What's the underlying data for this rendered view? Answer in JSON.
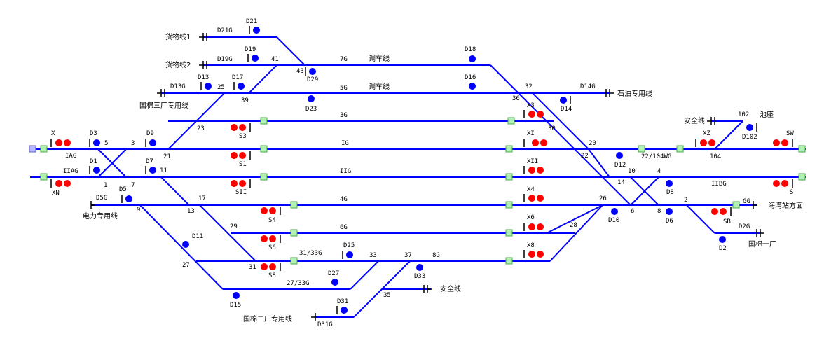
{
  "colors": {
    "track": "#0000ff",
    "shunt_signal": "#0000ff",
    "main_signal": "#ff0000",
    "track_circuit": "#66cc66",
    "background": "#ffffff"
  },
  "sidings": {
    "huowu1": "货物线1",
    "huowu2": "货物线2",
    "guomian3": "国棉三厂专用线",
    "shiyou": "石油专用线",
    "dianli": "电力专用线",
    "anquan_right": "安全线",
    "taiju": "池座",
    "hainan": "海湾站方面",
    "guomian1": "国棉一厂",
    "guomian2": "国棉二厂专用线",
    "anquan_bottom": "安全线"
  },
  "tracks": {
    "t7g": "7G",
    "t5g": "5G",
    "tiaoche1": "调车线",
    "tiaoche2": "调车线",
    "t3g": "3G",
    "t1g": "IG",
    "t2g": "IIG",
    "t4g": "4G",
    "t6g": "6G",
    "t8g": "8G",
    "t3133g": "31/33G",
    "t2733g": "27/33G",
    "iag": "IAG",
    "iiag": "IIAG",
    "iibg": "IIBG",
    "g22104": "22/104WG",
    "gg": "GG",
    "d21g": "D21G",
    "d19g": "D19G",
    "d13g": "D13G",
    "d14g": "D14G",
    "d5g": "D5G",
    "d2g": "D2G",
    "d31g": "D31G"
  },
  "signals": {
    "x": "X",
    "xn": "XN",
    "d3": "D3",
    "d1": "D1",
    "d9": "D9",
    "d7": "D7",
    "d5": "D5",
    "d11": "D11",
    "d13": "D13",
    "d17": "D17",
    "d19": "D19",
    "d21": "D21",
    "d29": "D29",
    "d23": "D23",
    "s3": "S3",
    "s1": "S1",
    "sii": "SII",
    "s4": "S4",
    "s6": "S6",
    "s8": "S8",
    "d25": "D25",
    "d27": "D27",
    "d33": "D33",
    "d31": "D31",
    "d15": "D15",
    "d18": "D18",
    "d16": "D16",
    "x3": "X3",
    "xi": "XI",
    "xii": "XII",
    "x4": "X4",
    "x6": "X6",
    "x8": "X8",
    "d14": "D14",
    "d12": "D12",
    "d10": "D10",
    "d8": "D8",
    "d6": "D6",
    "d2": "D2",
    "d102": "D102",
    "xz": "XZ",
    "sb": "SB",
    "sw": "SW",
    "s": "S"
  },
  "switches": {
    "sw1": "1",
    "sw3": "3",
    "sw5": "5",
    "sw7": "7",
    "sw9": "9",
    "sw11": "11",
    "sw13": "13",
    "sw17": "17",
    "sw21": "21",
    "sw23": "23",
    "sw25": "25",
    "sw27": "27",
    "sw29": "29",
    "sw31": "31",
    "sw33": "33",
    "sw35": "35",
    "sw37": "37",
    "sw39": "39",
    "sw41": "41",
    "sw43": "43",
    "sw32": "32",
    "sw36": "36",
    "sw30": "30",
    "sw20": "20",
    "sw22": "22",
    "sw26": "26",
    "sw28": "28",
    "sw10": "10",
    "sw14": "14",
    "sw4": "4",
    "sw8": "8",
    "sw6": "6",
    "sw2": "2",
    "sw102": "102",
    "sw104": "104"
  }
}
